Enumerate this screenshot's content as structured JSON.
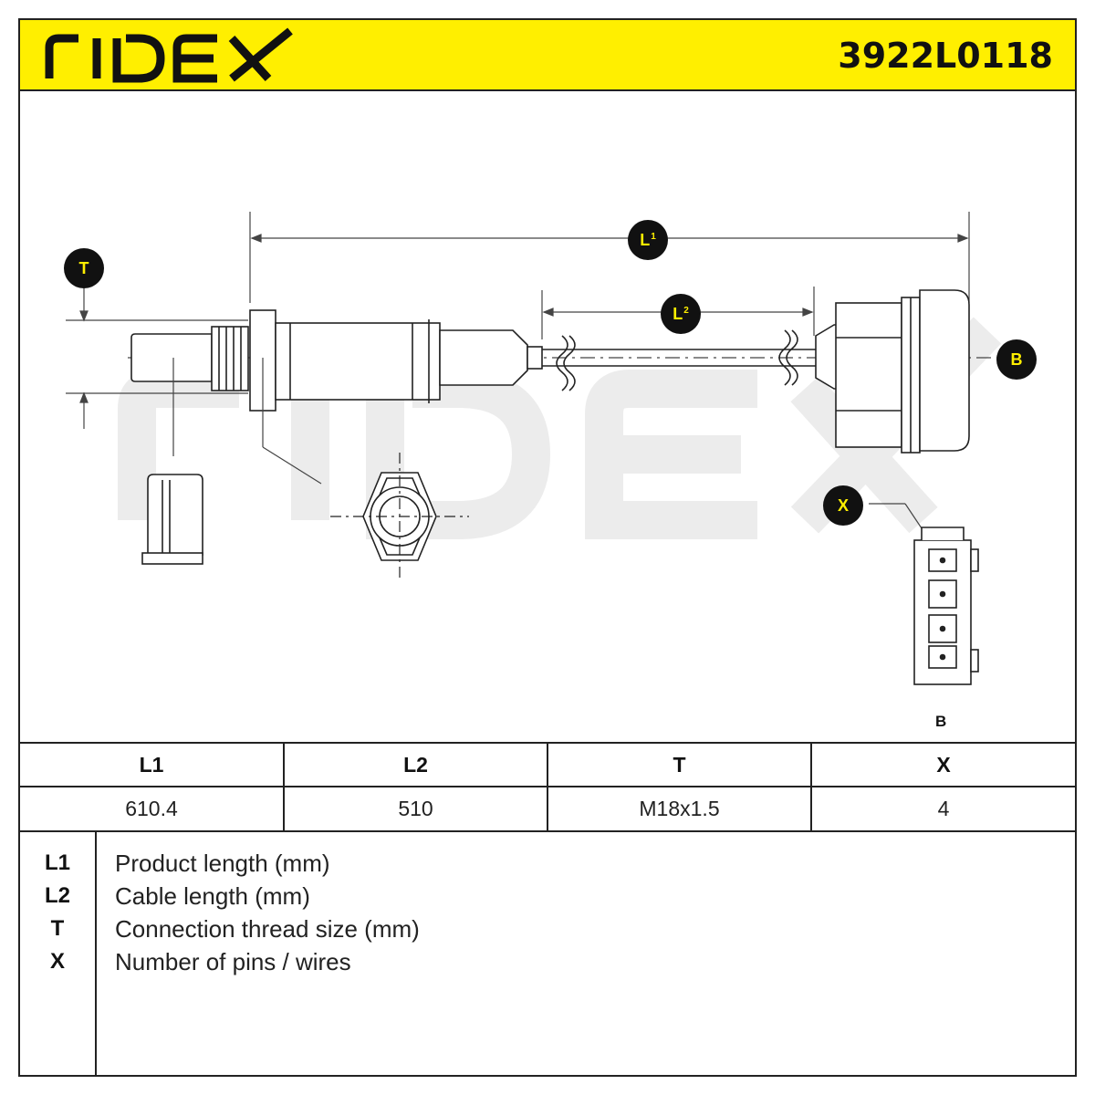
{
  "header": {
    "brand": "RIDEX",
    "part_number": "3922L0118",
    "background_color": "#ffef00"
  },
  "drawing": {
    "watermark": "RIDEX",
    "callouts": {
      "l1": "L",
      "l1_sup": "1",
      "l2": "L",
      "l2_sup": "2",
      "t": "T",
      "b": "B",
      "x": "X"
    },
    "connector_caption": "B"
  },
  "spec_table": {
    "headers": [
      "L1",
      "L2",
      "T",
      "X"
    ],
    "values": [
      "610.4",
      "510",
      "M18x1.5",
      "4"
    ]
  },
  "legend": [
    {
      "code": "L1",
      "description": "Product length (mm)"
    },
    {
      "code": "L2",
      "description": "Cable length (mm)"
    },
    {
      "code": "T",
      "description": "Connection thread size (mm)"
    },
    {
      "code": "X",
      "description": "Number of pins / wires"
    }
  ]
}
